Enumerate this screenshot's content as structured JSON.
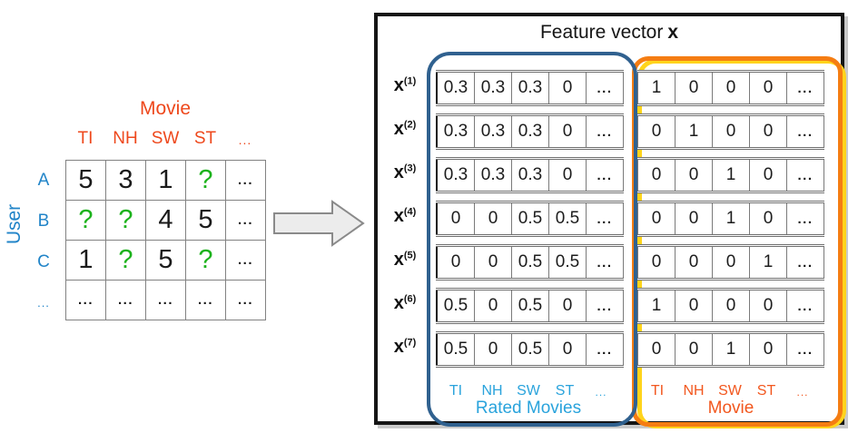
{
  "left_matrix": {
    "title": "Movie",
    "row_axis": "User",
    "col_headers": [
      "TI",
      "NH",
      "SW",
      "ST",
      "..."
    ],
    "row_headers": [
      "A",
      "B",
      "C",
      "..."
    ],
    "cells": [
      [
        "5",
        "3",
        "1",
        "?",
        "..."
      ],
      [
        "?",
        "?",
        "4",
        "5",
        "..."
      ],
      [
        "1",
        "?",
        "5",
        "?",
        "..."
      ],
      [
        "...",
        "...",
        "...",
        "...",
        "..."
      ]
    ]
  },
  "feature_panel": {
    "title_prefix": "Feature vector",
    "title_x": "x",
    "rows": [
      {
        "label_base": "x",
        "label_sup": "(1)",
        "rated": [
          "0.3",
          "0.3",
          "0.3",
          "0",
          "..."
        ],
        "movie": [
          "1",
          "0",
          "0",
          "0",
          "..."
        ]
      },
      {
        "label_base": "x",
        "label_sup": "(2)",
        "rated": [
          "0.3",
          "0.3",
          "0.3",
          "0",
          "..."
        ],
        "movie": [
          "0",
          "1",
          "0",
          "0",
          "..."
        ]
      },
      {
        "label_base": "x",
        "label_sup": "(3)",
        "rated": [
          "0.3",
          "0.3",
          "0.3",
          "0",
          "..."
        ],
        "movie": [
          "0",
          "0",
          "1",
          "0",
          "..."
        ]
      },
      {
        "label_base": "x",
        "label_sup": "(4)",
        "rated": [
          "0",
          "0",
          "0.5",
          "0.5",
          "..."
        ],
        "movie": [
          "0",
          "0",
          "1",
          "0",
          "..."
        ]
      },
      {
        "label_base": "x",
        "label_sup": "(5)",
        "rated": [
          "0",
          "0",
          "0.5",
          "0.5",
          "..."
        ],
        "movie": [
          "0",
          "0",
          "0",
          "1",
          "..."
        ]
      },
      {
        "label_base": "x",
        "label_sup": "(6)",
        "rated": [
          "0.5",
          "0",
          "0.5",
          "0",
          "..."
        ],
        "movie": [
          "1",
          "0",
          "0",
          "0",
          "..."
        ]
      },
      {
        "label_base": "x",
        "label_sup": "(7)",
        "rated": [
          "0.5",
          "0",
          "0.5",
          "0",
          "..."
        ],
        "movie": [
          "0",
          "0",
          "1",
          "0",
          "..."
        ]
      }
    ],
    "rated_group": {
      "headers": [
        "TI",
        "NH",
        "SW",
        "ST",
        "..."
      ],
      "caption": "Rated Movies"
    },
    "movie_group": {
      "headers": [
        "TI",
        "NH",
        "SW",
        "ST",
        "..."
      ],
      "caption": "Movie"
    }
  },
  "colors": {
    "movie_orange": "#EE481C",
    "user_blue": "#2184C8",
    "unknown_green": "#1CB21C",
    "rated_blue": "#29A3DC",
    "bottom_orange": "#F2571E",
    "blue_box": "#30618F",
    "orange_box": "#F57D12",
    "yellow_accent": "#FFD41C"
  }
}
